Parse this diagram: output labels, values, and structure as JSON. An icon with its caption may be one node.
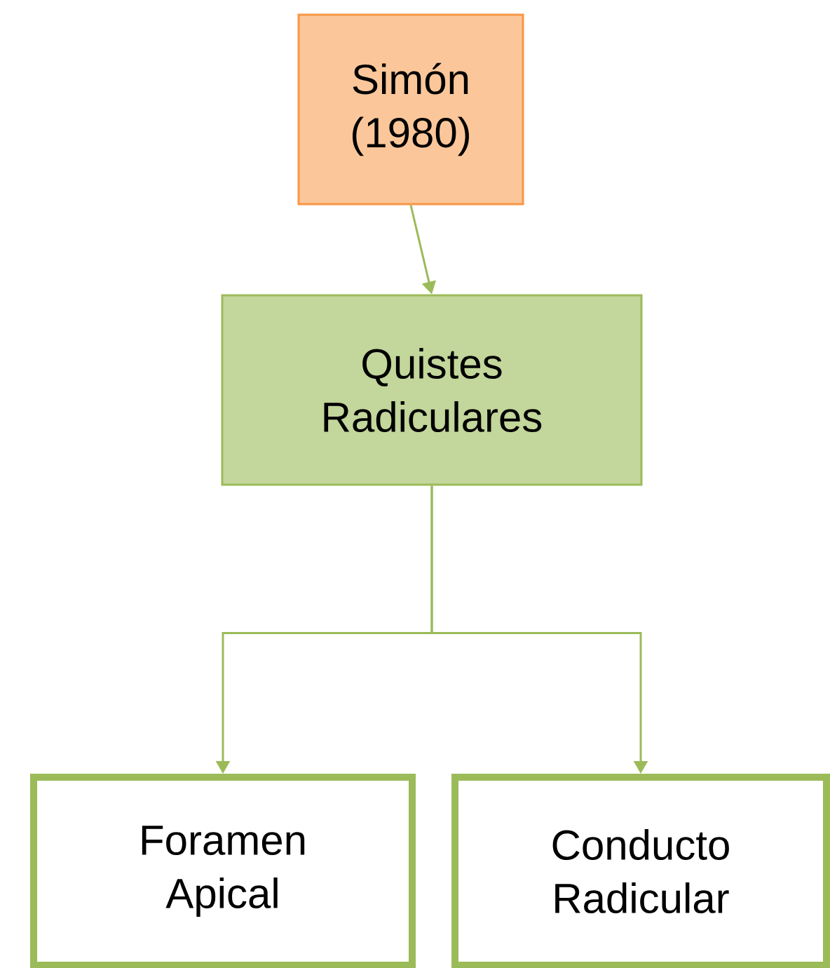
{
  "diagram": {
    "nodes": [
      {
        "text": [
          "Simón (1980)"
        ]
      },
      {
        "text": [
          "Quistes Radiculares"
        ]
      },
      {
        "text": [
          "Foramen Apical"
        ]
      },
      {
        "text": [
          "Conducto Radicular"
        ]
      }
    ],
    "edges": [
      {
        "from": 0,
        "to": 1,
        "arrow": "to"
      },
      {
        "from": 1,
        "to": 2,
        "arrow": "to"
      },
      {
        "from": 1,
        "to": 3,
        "arrow": "to"
      }
    ]
  }
}
